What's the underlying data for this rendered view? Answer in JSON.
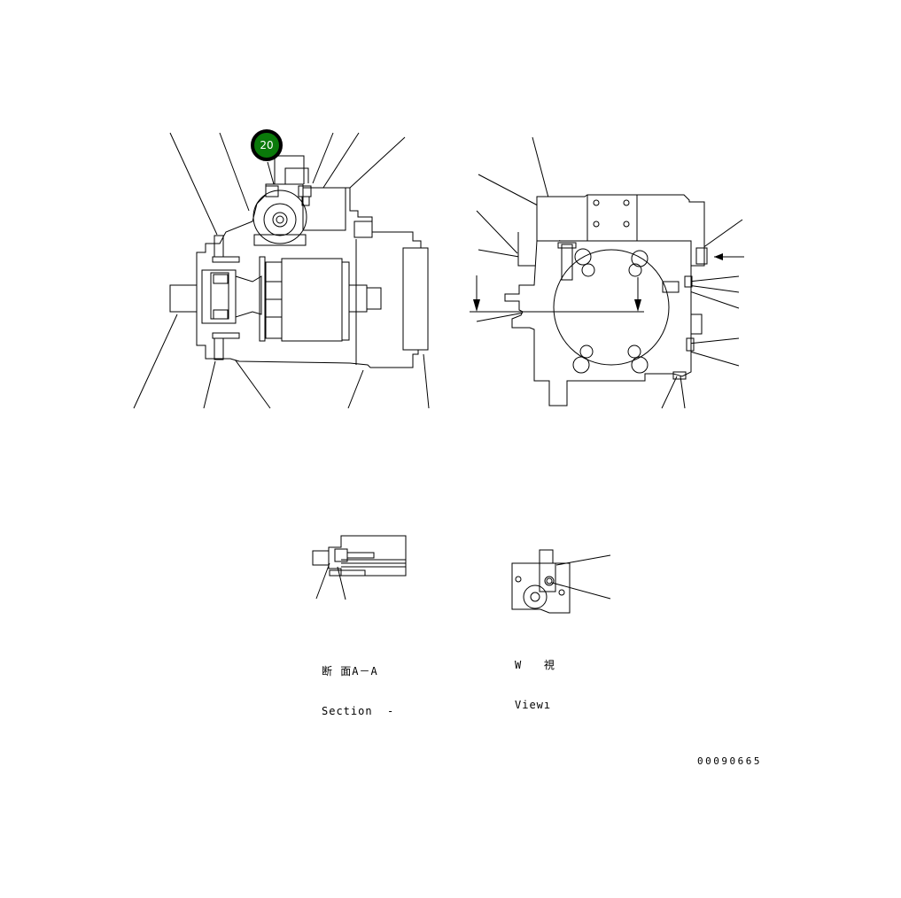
{
  "drawing": {
    "type": "parts-catalog-exploded-view",
    "colors": {
      "badge_fill": "#0a7a0a",
      "badge_border": "#000000",
      "badge_text": "#ffffff",
      "line": "#000000",
      "background": "#ffffff"
    }
  },
  "callout": {
    "label": "20"
  },
  "views": {
    "side_view": {
      "name": "pump-side-view"
    },
    "front_view": {
      "name": "pump-front-view"
    },
    "section": {
      "line1": "断 面A－A",
      "line2": "Section  -"
    },
    "view_w": {
      "line1": "W   視",
      "line2": "Viewı"
    }
  },
  "document": {
    "number": "00090665"
  }
}
